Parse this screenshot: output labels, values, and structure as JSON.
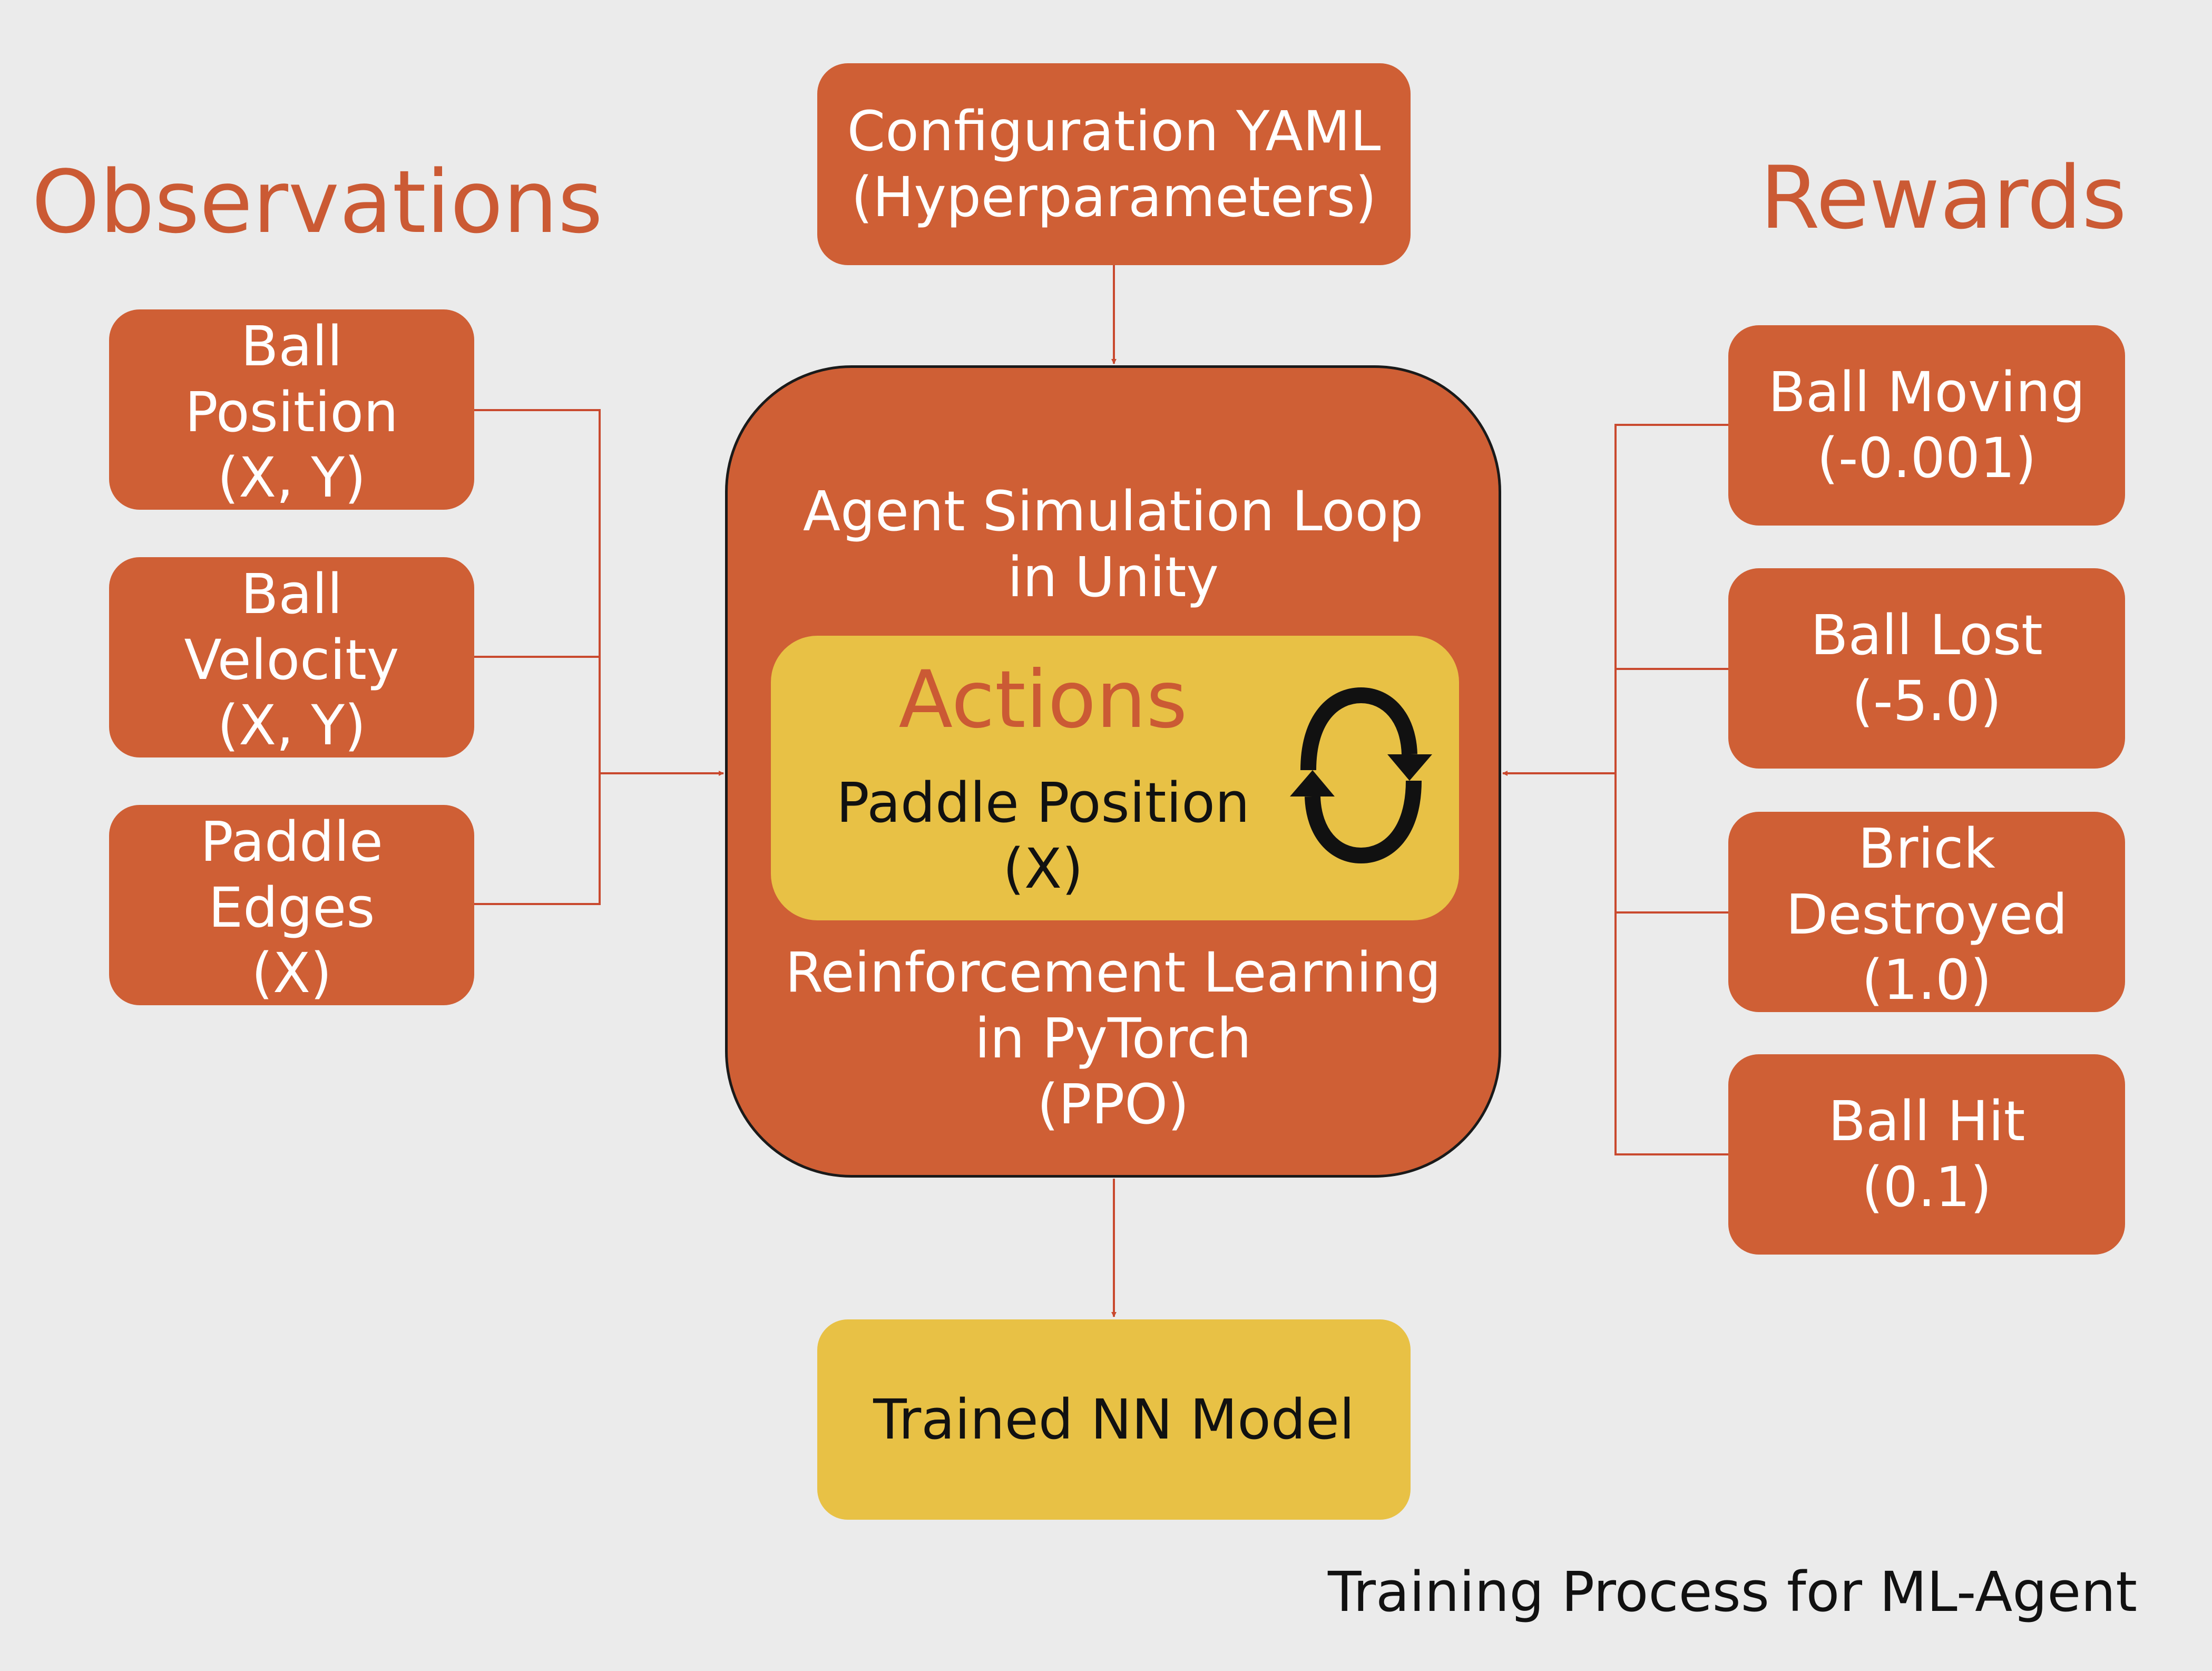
{
  "observations": {
    "heading": "Observations",
    "items": [
      {
        "lines": [
          "Ball",
          "Position",
          "(X, Y)"
        ]
      },
      {
        "lines": [
          "Ball",
          "Velocity",
          "(X, Y)"
        ]
      },
      {
        "lines": [
          "Paddle",
          "Edges",
          "(X)"
        ]
      }
    ]
  },
  "rewards": {
    "heading": "Rewards",
    "items": [
      {
        "lines": [
          "Ball Moving",
          "(-0.001)"
        ]
      },
      {
        "lines": [
          "Ball Lost",
          "(-5.0)"
        ]
      },
      {
        "lines": [
          "Brick",
          "Destroyed",
          "(1.0)"
        ]
      },
      {
        "lines": [
          "Ball Hit",
          "(0.1)"
        ]
      }
    ]
  },
  "config": {
    "lines": [
      "Configuration YAML",
      "(Hyperparameters)"
    ]
  },
  "loop": {
    "title_lines": [
      "Agent Simulation Loop",
      "in Unity"
    ],
    "actions_title": "Actions",
    "actions_lines": [
      "Paddle Position",
      "(X)"
    ],
    "cycle_icon": "refresh-cycle-icon",
    "rl_lines": [
      "Reinforcement Learning",
      "in PyTorch",
      "(PPO)"
    ]
  },
  "output": {
    "label": "Trained NN Model"
  },
  "caption": "Training Process for ML-Agent",
  "colors": {
    "box_orange": "#cf5f35",
    "box_yellow": "#e8c145",
    "heading_orange": "#cb5a34",
    "connector": "#c9492e",
    "background": "#ebebeb"
  }
}
